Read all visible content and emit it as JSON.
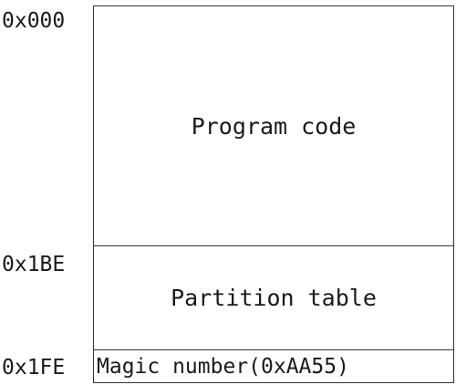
{
  "diagram": {
    "offsets": [
      "0x000",
      "0x1BE",
      "0x1FE"
    ],
    "regions": [
      "Program code",
      "Partition table",
      "Magic number(0xAA55)"
    ]
  }
}
